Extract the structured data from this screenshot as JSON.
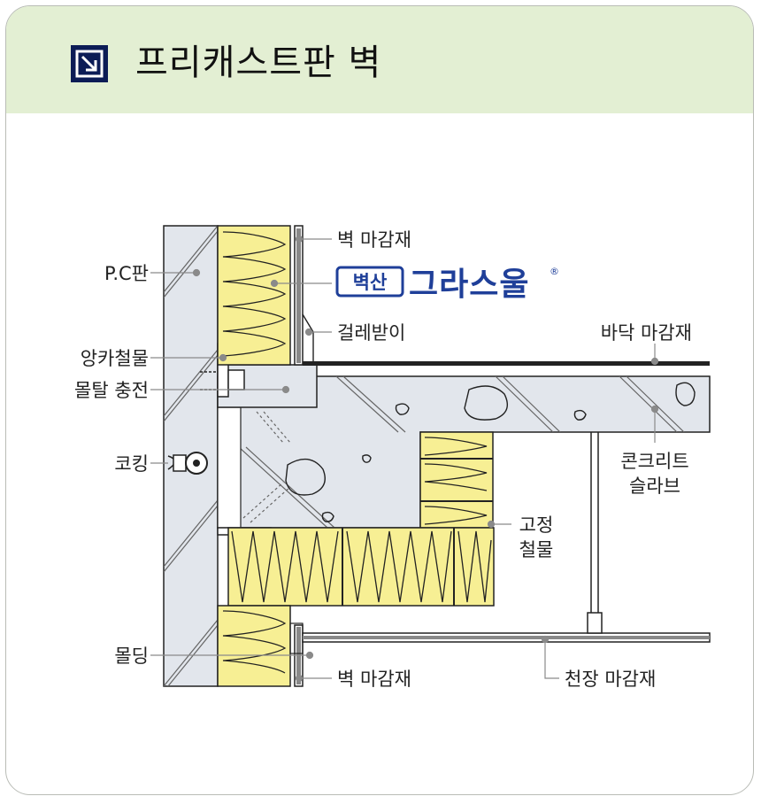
{
  "header": {
    "title": "프리캐스트판 벽",
    "icon": "arrow-down-right-icon",
    "background": "#e3efd3",
    "icon_color": "#0c1c56"
  },
  "brand": {
    "badge": "벽산",
    "name": "그라스울",
    "registered": "®",
    "color": "#1f3f99"
  },
  "labels": {
    "pc_panel": "P.C판",
    "anchor": "앙카철물",
    "mortar": "몰탈 충전",
    "caulking": "코킹",
    "molding": "몰딩",
    "wall_finish_top": "벽 마감재",
    "baseboard": "걸레받이",
    "floor_finish": "바닥 마감재",
    "concrete_slab_1": "콘크리트",
    "concrete_slab_2": "슬라브",
    "fixing_1": "고정",
    "fixing_2": "철물",
    "wall_finish_bottom": "벽 마감재",
    "ceiling_finish": "천장 마감재"
  },
  "colors": {
    "insulation": "#f7ef94",
    "panel": "#e2e6ec",
    "concrete": "#e2e6ec",
    "leader": "#8a8a8a"
  }
}
